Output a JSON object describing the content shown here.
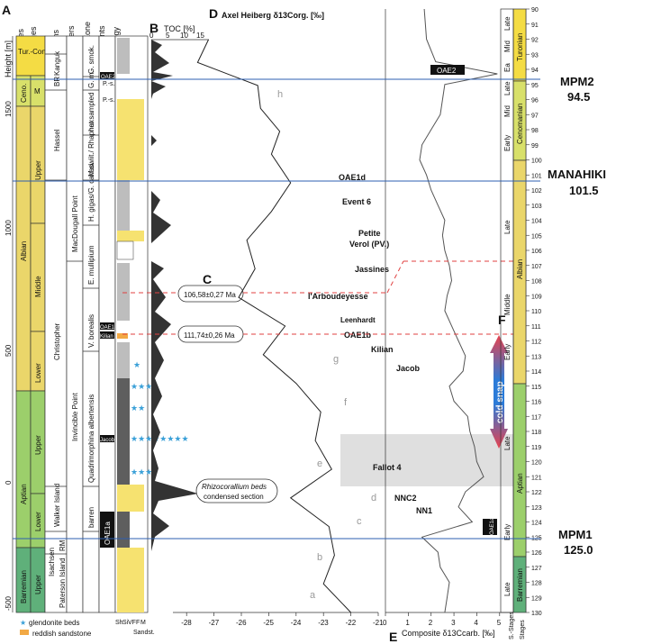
{
  "panels": {
    "A": "A",
    "B": "B",
    "C": "C",
    "D": "D",
    "E": "E",
    "F": "F"
  },
  "columns": {
    "height": "Height [m]",
    "stages": "Stages",
    "substages": "Substages",
    "formations": "Formations",
    "members": "Members",
    "foram_zone": "Foram.-Zone",
    "events": "Events",
    "lithology": "Lithology",
    "stages_right": "Stages",
    "substages_right": "S.-Stages"
  },
  "height_ticks": [
    "1500",
    "1000",
    "500",
    "0",
    "-500"
  ],
  "stage_blocks": [
    {
      "name": "Tur.-Con.",
      "sub": ""
    },
    {
      "name": "Ceno.",
      "sub": "M"
    },
    {
      "name": "Albian",
      "sub": "Upper"
    },
    {
      "name": "",
      "sub": "Middle"
    },
    {
      "name": "",
      "sub": "Lower"
    },
    {
      "name": "Aptian",
      "sub": "Upper"
    },
    {
      "name": "",
      "sub": "Lower"
    },
    {
      "name": "Barremian",
      "sub": "Upper"
    }
  ],
  "formations": [
    "Kanguk",
    "BR",
    "Hassel",
    "Christopher",
    "Walker Island",
    "Isachsen",
    "RM",
    "Paterson Island"
  ],
  "members": [
    "MacDougall Point",
    "Invincible Point"
  ],
  "foram_zones": [
    "M.swiit./ Rhaphax",
    "H. gigas/G. canad.",
    "E. mullipium",
    "V. borealis",
    "Quadrimorphina albertensis",
    "barren",
    "not sampled",
    "G. m.",
    "G. smok."
  ],
  "event_tags": [
    "OAE2",
    "OAE1b",
    "Kilian",
    "Jacob",
    "OAE1a",
    "P.-s.",
    "P.-s."
  ],
  "lithology_axis": [
    "Sh",
    "Si",
    "VF",
    "F",
    "M"
  ],
  "lithology_caption": "Sandst.",
  "legend": {
    "glendonite": "glendonite beds",
    "sandstone": "reddish sandstone"
  },
  "toc": {
    "title": "TOC [%]",
    "ticks": [
      "0",
      "5",
      "10",
      "15"
    ]
  },
  "ages": [
    "106,58±0,27 Ma",
    "111,74±0,26 Ma"
  ],
  "annotations": {
    "rhizo": "Rhizocorallium beds",
    "condensed": "condensed section",
    "cold_snap": "cold snap"
  },
  "segments": [
    "a",
    "b",
    "c",
    "d",
    "e",
    "f",
    "g",
    "h"
  ],
  "events_right": [
    "OAE2",
    "OAE1d",
    "Event 6",
    "Petite",
    "Verol (PV.)",
    "Jassines",
    "l'Arboudeyesse",
    "Leenhardt",
    "OAE1b",
    "Kilian",
    "Jacob",
    "Fallot 4",
    "NNC2",
    "NN1",
    "OAE1a"
  ],
  "right_stages": [
    {
      "stage": "Turonian",
      "sub": [
        "Late",
        "Mid",
        "Ea"
      ]
    },
    {
      "stage": "Cenomanian",
      "sub": [
        "Late",
        "Mid",
        "Early"
      ]
    },
    {
      "stage": "Albian",
      "sub": [
        "Late",
        "Middle",
        "Early"
      ]
    },
    {
      "stage": "Aptian",
      "sub": [
        "Late",
        "Early"
      ]
    },
    {
      "stage": "Barremian",
      "sub": [
        "Late"
      ]
    }
  ],
  "markers": [
    {
      "label": "MPM2",
      "value": "94.5"
    },
    {
      "label": "MANAHIKI",
      "value": "101.5"
    },
    {
      "label": "MPM1",
      "value": "125.0"
    }
  ],
  "chart_data": [
    {
      "type": "line",
      "title": "Axel Heiberg δ13Corg. [‰]",
      "xlabel": "",
      "xlim": [
        -28.5,
        -21
      ],
      "x_ticks": [
        -28,
        -27,
        -26,
        -25,
        -24,
        -23,
        -22,
        -21
      ],
      "depth": [
        0,
        4,
        8,
        12,
        16,
        20,
        25,
        30,
        35,
        40,
        45,
        50,
        55,
        60,
        65,
        70,
        75,
        80,
        85,
        90,
        95,
        100
      ],
      "series": [
        {
          "values": [
            -27.2,
            -27.6,
            -25.4,
            -25.3,
            -24.6,
            -24.9,
            -24.2,
            -24.9,
            -25.8,
            -25.5,
            -26.1,
            -24.4,
            -25.2,
            -24.0,
            -23.1,
            -23.3,
            -22.7,
            -24.2,
            -22.8,
            -22.6,
            -23.0,
            -22.0
          ]
        }
      ]
    },
    {
      "type": "line",
      "title": "Composite δ13Ccarb. [‰]",
      "xlabel": "Composite δ13Ccarb. [‰]",
      "xlim": [
        0,
        5.6
      ],
      "x_ticks": [
        0,
        1,
        2,
        3,
        4,
        5
      ],
      "age_ticks": [
        90,
        91,
        92,
        93,
        94,
        95,
        96,
        97,
        98,
        99,
        100,
        101,
        102,
        103,
        104,
        105,
        106,
        107,
        108,
        109,
        110,
        111,
        112,
        113,
        114,
        115,
        116,
        117,
        118,
        119,
        120,
        121,
        122,
        123,
        124,
        125,
        126,
        127,
        128,
        129,
        130
      ],
      "age": [
        90,
        92,
        93.5,
        94.3,
        95,
        96,
        97,
        98,
        99,
        100,
        101,
        102,
        103,
        104,
        105,
        106,
        107,
        108,
        109,
        110,
        111,
        112,
        113,
        114,
        115,
        116,
        117,
        118,
        119,
        120,
        121,
        122,
        123,
        124,
        125,
        126,
        127,
        128,
        129,
        130
      ],
      "series": [
        {
          "values": [
            1.7,
            1.8,
            2.2,
            4.9,
            2.6,
            2.5,
            2.4,
            2.0,
            1.6,
            1.5,
            1.8,
            2.0,
            2.3,
            2.6,
            2.5,
            2.6,
            2.8,
            2.9,
            2.7,
            2.6,
            2.9,
            3.2,
            3.5,
            3.4,
            2.8,
            3.0,
            3.6,
            3.7,
            3.9,
            4.0,
            4.3,
            3.5,
            3.2,
            3.8,
            1.6,
            2.3,
            2.4,
            2.8,
            2.7,
            2.6
          ]
        }
      ]
    }
  ]
}
